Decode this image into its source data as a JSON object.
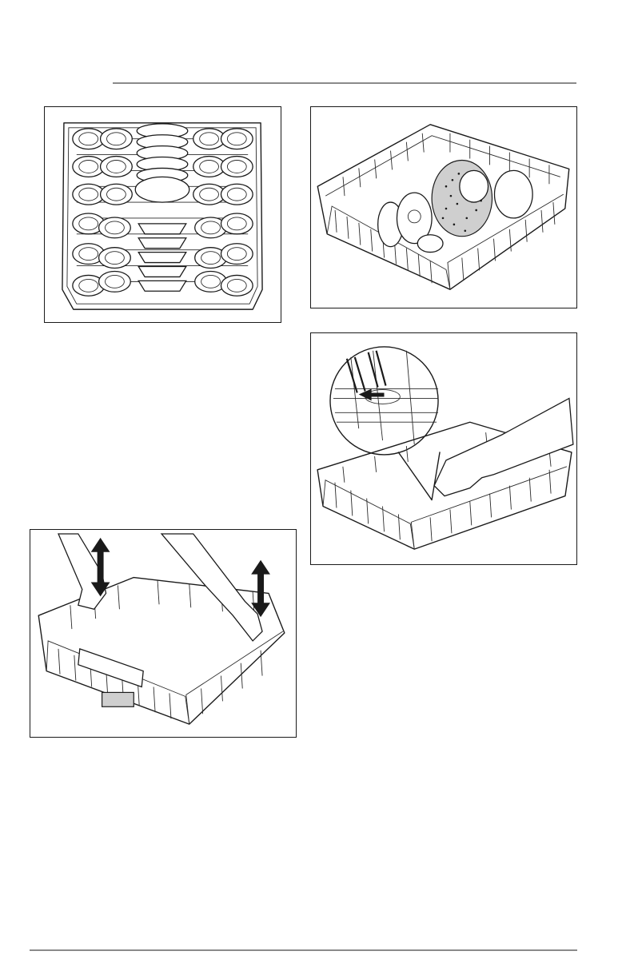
{
  "page": {
    "header_text": "",
    "footer_text": ""
  },
  "figures": [
    {
      "id": "fig-upper-rack-top-view",
      "caption": ""
    },
    {
      "id": "fig-upper-rack-loaded",
      "caption": ""
    },
    {
      "id": "fig-rack-removal-detail",
      "caption": ""
    },
    {
      "id": "fig-rack-height-adjust",
      "caption": ""
    }
  ],
  "icons": [
    "up-down-arrow-icon",
    "left-arrow-icon"
  ],
  "colors": {
    "line": "#1a1a1a",
    "rule": "#8a8a8a",
    "background": "#ffffff"
  }
}
